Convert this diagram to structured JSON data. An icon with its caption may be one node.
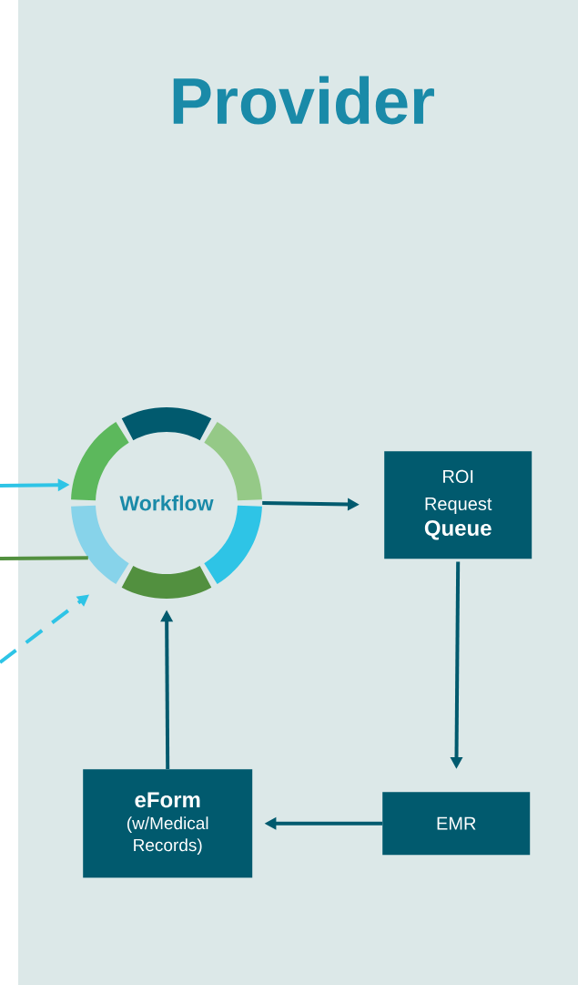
{
  "diagram": {
    "nodes": [
      {
        "text": [
          "Provider"
        ]
      },
      {
        "text": [
          "Workflow"
        ],
        "in": 0
      },
      {
        "text": [
          "ROI Request",
          "Queue"
        ],
        "in": 0
      },
      {
        "text": [
          "EMR"
        ],
        "in": 0
      },
      {
        "text": [
          "eForm",
          "(w/Medical Records)"
        ],
        "in": 0
      }
    ],
    "edges": [
      {
        "from": 1,
        "to": 2,
        "arrow": "to"
      },
      {
        "from": 2,
        "to": 3,
        "arrow": "to"
      },
      {
        "from": 3,
        "to": 4,
        "arrow": "to"
      },
      {
        "from": 4,
        "to": 1,
        "arrow": "to"
      },
      {
        "from": null,
        "to": 1,
        "arrow": "to",
        "color": "#2ec4e6"
      },
      {
        "from": null,
        "to": 1,
        "arrow": "none",
        "color": "#52903f"
      },
      {
        "from": null,
        "to": 1,
        "arrow": "to",
        "style": "dashed",
        "color": "#2ec4e6"
      }
    ]
  }
}
